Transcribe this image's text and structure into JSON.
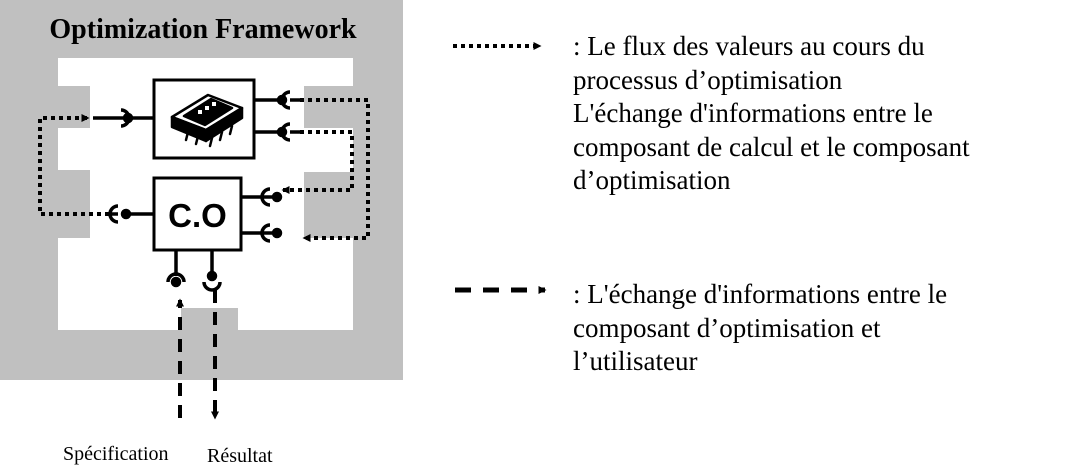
{
  "framework": {
    "title": "Optimization Framework",
    "chip_icon": "microchip-icon",
    "component_label": "C.O"
  },
  "io": {
    "input_label": "Spécification",
    "output_label": "Résultat"
  },
  "legend": [
    {
      "style": "dotted-arrow",
      "lines": [
        ": Le flux des valeurs au cours du",
        "processus d’optimisation",
        "L'échange d'informations entre le",
        "composant de calcul et le composant",
        "d’optimisation"
      ]
    },
    {
      "style": "dashed-arrow",
      "lines": [
        ": L'échange d'informations entre le",
        "composant d’optimisation et",
        "l’utilisateur"
      ]
    }
  ],
  "colors": {
    "frame": "#c0c0c0",
    "line": "#000000",
    "background": "#ffffff"
  }
}
